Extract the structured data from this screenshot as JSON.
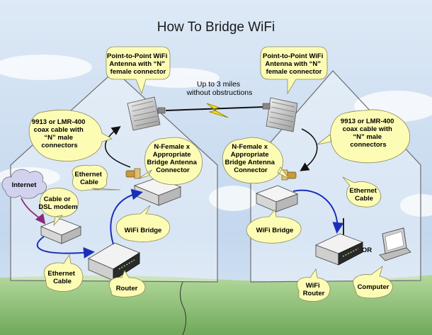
{
  "title": "How To Bridge WiFi",
  "range_note": [
    "Up to 3 miles",
    "without obstructions"
  ],
  "left": {
    "antenna_label": [
      "Point-to-Point WiFi",
      "Antenna with “N”",
      "female connector"
    ],
    "coax_label": [
      "9913 or LMR-400",
      "coax cable with",
      "“N” male",
      "connectors"
    ],
    "connector_label": [
      "N-Female x",
      "Appropriate",
      "Bridge Antenna",
      "Connector"
    ],
    "ethernet_top_label": [
      "Ethernet",
      "Cable"
    ],
    "internet_label": "Internet",
    "modem_label": [
      "Cable or",
      "DSL modem"
    ],
    "bridge_label": "WiFi Bridge",
    "ethernet_bottom_label": [
      "Ethernet",
      "Cable"
    ],
    "router_label": "Router"
  },
  "right": {
    "antenna_label": [
      "Point-to-Point WiFi",
      "Antenna with “N”",
      "female connector"
    ],
    "coax_label": [
      "9913 or LMR-400",
      "coax cable with",
      "“N” male",
      "connectors"
    ],
    "connector_label": [
      "N-Female x",
      "Appropriate",
      "Bridge Antenna",
      "Connector"
    ],
    "ethernet_label": [
      "Ethernet",
      "Cable"
    ],
    "bridge_label": "WiFi Bridge",
    "or_label": "OR",
    "router_label": [
      "WiFi",
      "Router"
    ],
    "computer_label": "Computer"
  },
  "colors": {
    "sky": "#c7daf0",
    "grass": "#8fc27a",
    "bubble": "#fdfcb4",
    "ethernet": "#1a2fb8",
    "internet_link": "#8a2a7a",
    "lightning": "#ffe000"
  }
}
